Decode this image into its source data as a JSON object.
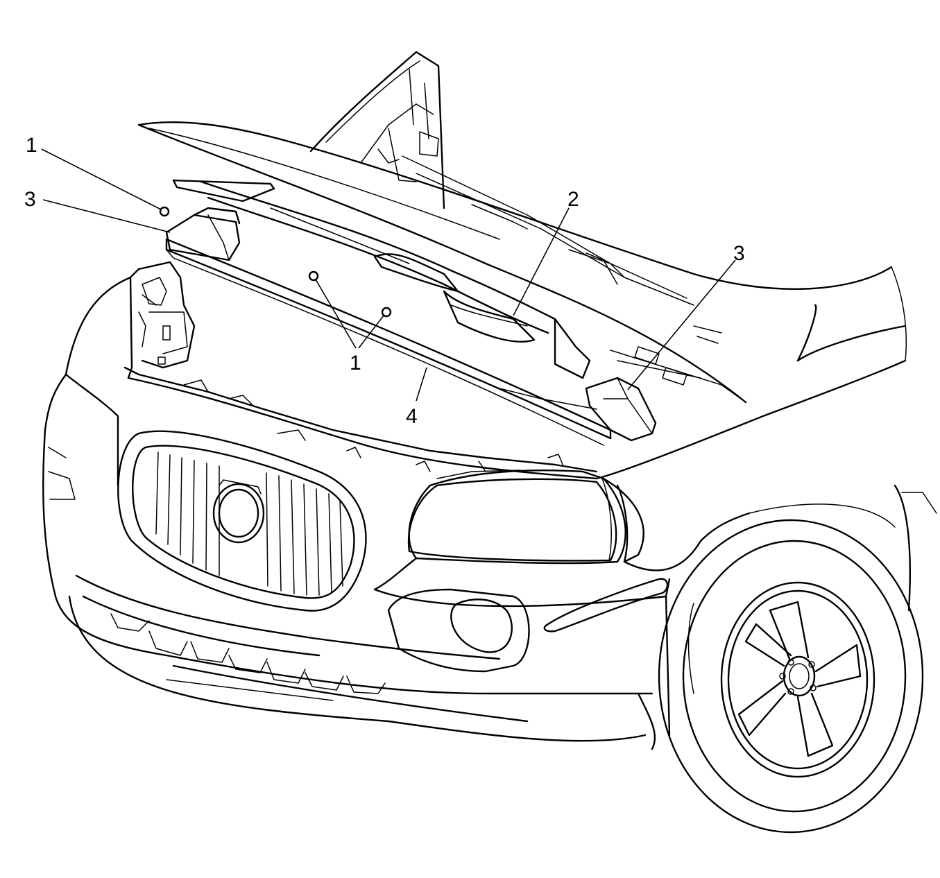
{
  "callouts": [
    {
      "id": "c1a",
      "label": "1"
    },
    {
      "id": "c3a",
      "label": "3"
    },
    {
      "id": "c2",
      "label": "2"
    },
    {
      "id": "c3b",
      "label": "3"
    },
    {
      "id": "c1b",
      "label": "1"
    },
    {
      "id": "c4",
      "label": "4"
    }
  ],
  "colors": {
    "ink": "#000000",
    "paper": "#ffffff"
  }
}
